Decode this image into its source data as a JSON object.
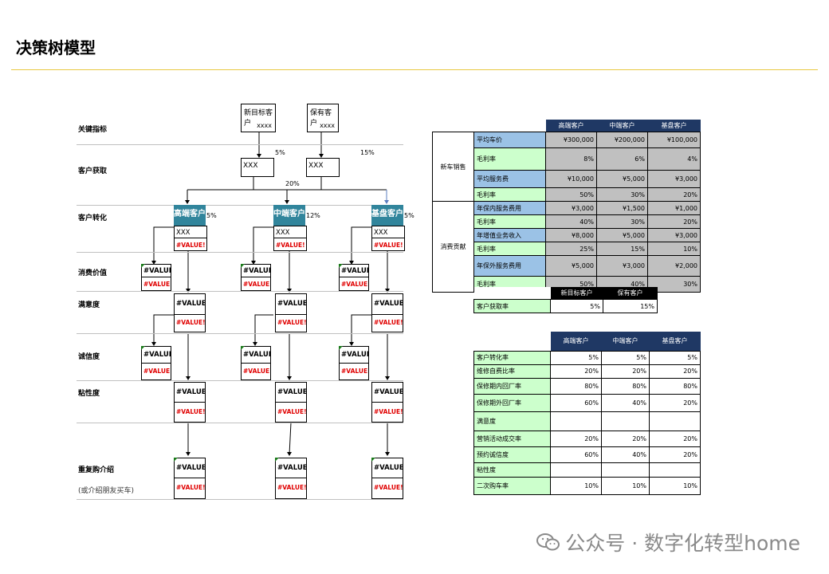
{
  "title": "决策树模型",
  "rows": {
    "r1": "关键指标",
    "r2": "客户获取",
    "r3": "客户转化",
    "r4": "消费价值",
    "r5": "满意度",
    "r6": "诚信度",
    "r7": "粘性度",
    "r8": "重复购介绍",
    "r8_sub": "(或介绍朋友买车)"
  },
  "top_boxes": [
    {
      "title": "新目标客户",
      "value": "xxxx"
    },
    {
      "title": "保有客户",
      "value": "xxxx"
    }
  ],
  "acq_boxes": [
    "XXX",
    "XXX"
  ],
  "acq_pcts": [
    "5%",
    "15%",
    "20%"
  ],
  "segments": [
    {
      "name": "高端客户",
      "pct": "5%"
    },
    {
      "name": "中端客户",
      "pct": "12%"
    },
    {
      "name": "基盘客户",
      "pct": "5%"
    }
  ],
  "seg_value": "XXX",
  "value_text": "#VALUE!",
  "value_text_short": "#VALUE",
  "error_text": "#VALUE!",
  "tableA": {
    "headers": [
      "高端客户",
      "中端客户",
      "基盘客户"
    ],
    "group1": "新车销售",
    "group2": "消费贡献",
    "rows": [
      {
        "label": "平均车价",
        "vals": [
          "¥300,000",
          "¥200,000",
          "¥100,000"
        ]
      },
      {
        "label": "毛利率",
        "vals": [
          "8%",
          "6%",
          "4%"
        ]
      },
      {
        "label": "平均服务费",
        "vals": [
          "¥10,000",
          "¥5,000",
          "¥3,000"
        ]
      },
      {
        "label": "毛利率",
        "vals": [
          "50%",
          "30%",
          "20%"
        ]
      },
      {
        "label": "年保内服务费用",
        "vals": [
          "¥3,000",
          "¥1,500",
          "¥1,000"
        ]
      },
      {
        "label": "毛利率",
        "vals": [
          "40%",
          "30%",
          "20%"
        ]
      },
      {
        "label": "年增值业务收入",
        "vals": [
          "¥8,000",
          "¥5,000",
          "¥3,000"
        ]
      },
      {
        "label": "毛利率",
        "vals": [
          "25%",
          "15%",
          "10%"
        ]
      },
      {
        "label": "年保外服务费用",
        "vals": [
          "¥5,000",
          "¥3,000",
          "¥2,000"
        ]
      },
      {
        "label": "毛利率",
        "vals": [
          "50%",
          "40%",
          "30%"
        ]
      }
    ]
  },
  "tableB": {
    "headers": [
      "新目标客户",
      "保有客户"
    ],
    "label": "客户获取率",
    "vals": [
      "5%",
      "15%"
    ]
  },
  "tableC": {
    "headers": [
      "高端客户",
      "中端客户",
      "基盘客户"
    ],
    "rows": [
      {
        "label": "客户转化率",
        "vals": [
          "5%",
          "5%",
          "5%"
        ]
      },
      {
        "label": "维修自费比率",
        "vals": [
          "20%",
          "20%",
          "20%"
        ]
      },
      {
        "label": "保修期内回厂率",
        "vals": [
          "80%",
          "80%",
          "80%"
        ]
      },
      {
        "label": "保修期外回厂率",
        "vals": [
          "60%",
          "40%",
          "20%"
        ]
      },
      {
        "label": "满意度",
        "vals": [
          "",
          "",
          ""
        ]
      },
      {
        "label": "营销活动成交率",
        "vals": [
          "20%",
          "20%",
          "20%"
        ]
      },
      {
        "label": "预约诚信度",
        "vals": [
          "60%",
          "40%",
          "20%"
        ]
      },
      {
        "label": "粘性度",
        "vals": [
          "",
          "",
          ""
        ]
      },
      {
        "label": "二次购车率",
        "vals": [
          "10%",
          "10%",
          "10%"
        ]
      }
    ]
  },
  "watermark": "公众号 · 数字化转型home"
}
